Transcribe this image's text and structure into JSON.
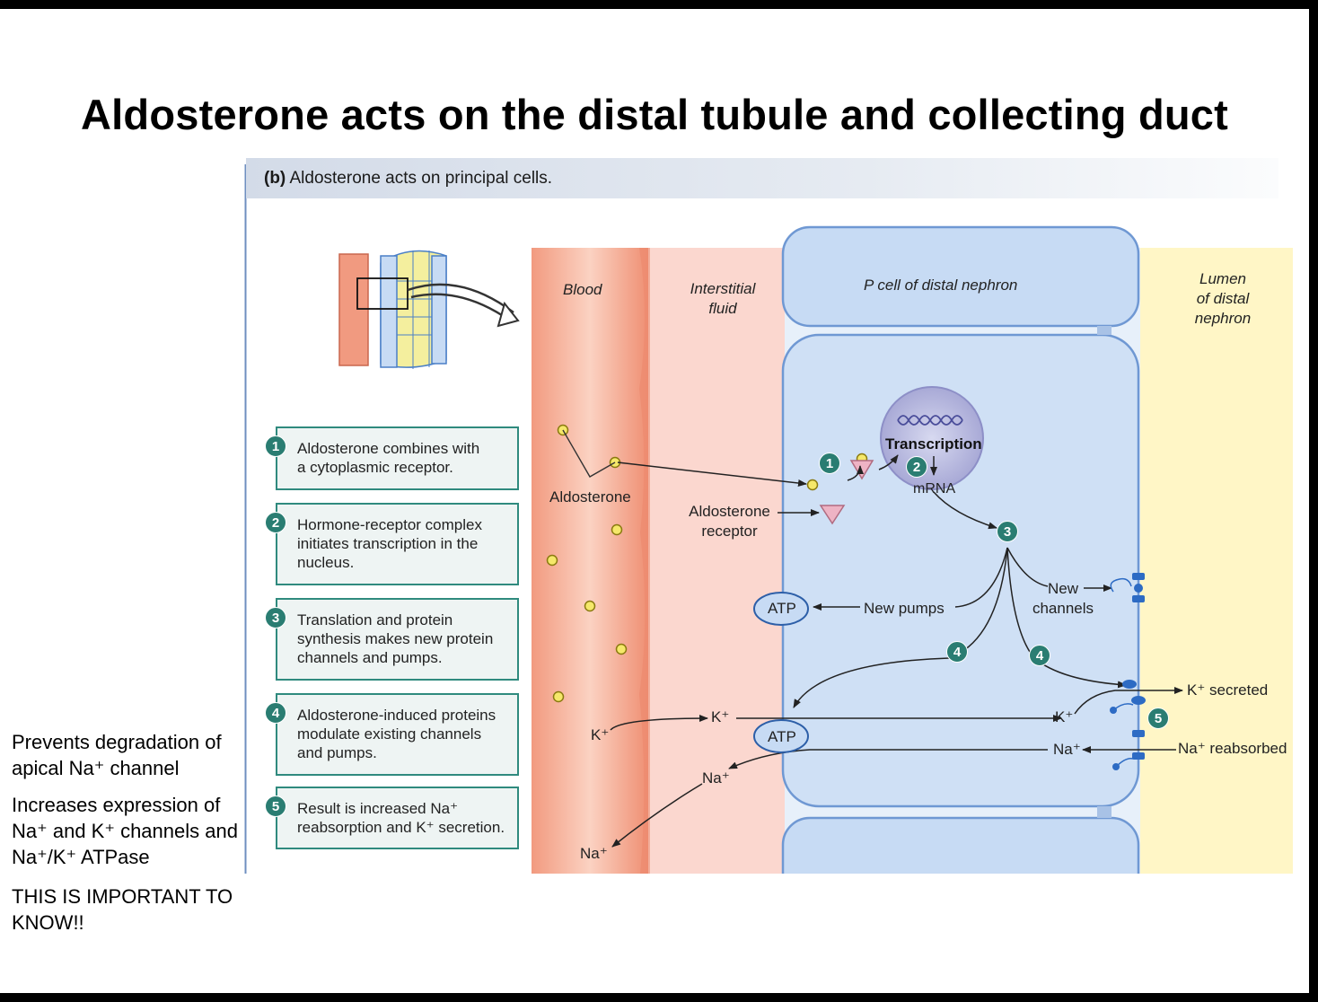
{
  "slide": {
    "title": "Aldosterone acts on the distal tubule and collecting duct",
    "notes": [
      {
        "line1": "Prevents degradation of",
        "line2": "apical Na⁺ channel"
      },
      {
        "line1": "Increases expression of",
        "line2": "Na⁺ and K⁺ channels and",
        "line3": "Na⁺/K⁺ ATPase"
      },
      {
        "line1": "THIS IS IMPORTANT TO",
        "line2": "KNOW!!"
      }
    ]
  },
  "figure": {
    "panel_bold": "(b)",
    "panel_title": "Aldosterone acts on principal cells.",
    "regions": {
      "blood": "Blood",
      "interstitial_1": "Interstitial",
      "interstitial_2": "fluid",
      "pcell": "P cell of distal nephron",
      "lumen_1": "Lumen",
      "lumen_2": "of distal",
      "lumen_3": "nephron"
    },
    "steps": [
      {
        "num": "1",
        "line1": "Aldosterone combines with",
        "line2": "a cytoplasmic receptor."
      },
      {
        "num": "2",
        "line1": "Hormone-receptor complex",
        "line2": "initiates transcription in the",
        "line3": "nucleus."
      },
      {
        "num": "3",
        "line1": "Translation and protein",
        "line2": "synthesis makes new protein",
        "line3": "channels and pumps."
      },
      {
        "num": "4",
        "line1": "Aldosterone-induced proteins",
        "line2": "modulate existing channels",
        "line3": "and pumps."
      },
      {
        "num": "5",
        "line1": "Result is increased Na⁺",
        "line2": "reabsorption and K⁺ secretion."
      }
    ],
    "labels": {
      "aldosterone": "Aldosterone",
      "receptor_1": "Aldosterone",
      "receptor_2": "receptor",
      "transcription": "Transcription",
      "mrna": "mRNA",
      "atp": "ATP",
      "new_pumps": "New pumps",
      "new_channels_1": "New",
      "new_channels_2": "channels",
      "k_plus": "K⁺",
      "na_plus": "Na⁺",
      "k_secreted": "K⁺ secreted",
      "na_reabsorbed": "Na⁺ reabsorbed"
    },
    "colors": {
      "blood": "#f2a48a",
      "interstitial": "#fbd7cf",
      "cell": "#cfe0f5",
      "cell_border": "#6f98d3",
      "lumen": "#fff6c6",
      "badge": "#2a7d72",
      "hormone": "#f5e86a",
      "receptor": "#eeb3c4"
    }
  }
}
